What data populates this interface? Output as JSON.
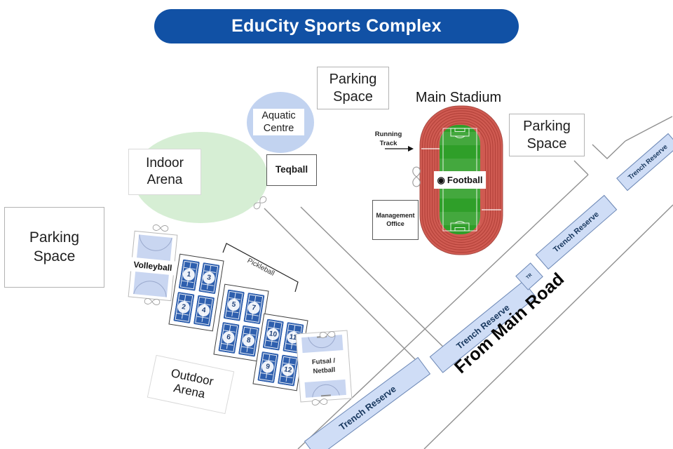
{
  "title": "EduCity Sports Complex",
  "areas": {
    "parking": "Parking\nSpace",
    "main_stadium": "Main Stadium",
    "running_track": "Running\nTrack",
    "football": "Football",
    "football_icon": "◉",
    "management_office": "Management\nOffice",
    "aquatic_centre": "Aquatic\nCentre",
    "teqball": "Teqball",
    "indoor_arena": "Indoor\nArena",
    "outdoor_arena": "Outdoor\nArena",
    "futsal_netball": "Futsal /\nNetball"
  },
  "courts": {
    "volleyball": "Volleyball",
    "pickleball": "Pickleball",
    "group1": [
      "1",
      "3",
      "2",
      "4"
    ],
    "group2": [
      "5",
      "7",
      "6",
      "8"
    ],
    "group3": [
      "10",
      "11",
      "9",
      "12"
    ]
  },
  "roads": {
    "trench_reserve": "Trench Reserve",
    "tr_abbr": "TR",
    "from_main_road": "From Main Road"
  },
  "colors": {
    "banner_blue": "#1151a5",
    "track_red": "#cf5a51",
    "field_green": "#2f9f29",
    "court_blue": "#2e5fae",
    "light_court_blue": "#c9d6f1",
    "trench_fill": "#cfddf6",
    "indoor_area_green": "#d6eed4",
    "aquatic_area_blue": "#c2d3f0"
  }
}
